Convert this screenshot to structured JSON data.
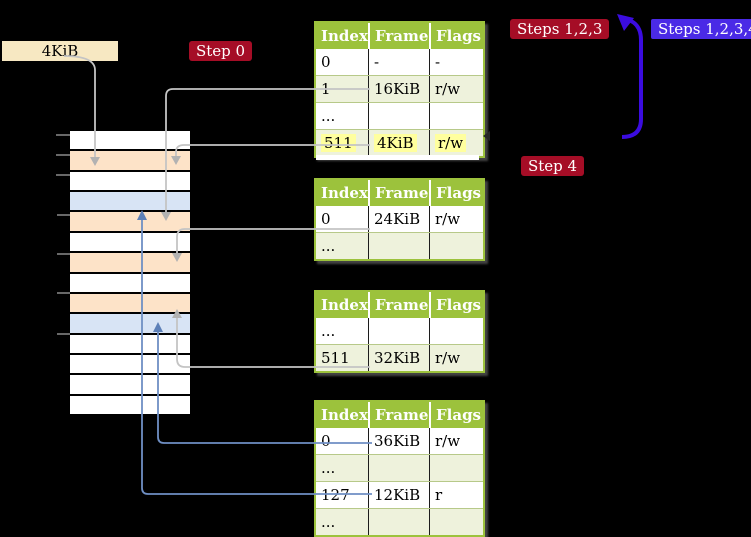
{
  "labels": {
    "frame_size": "4KiB",
    "step0": "Step 0",
    "steps123": "Steps 1,2,3",
    "steps1234": "Steps 1,2,3,4",
    "step4": "Step 4"
  },
  "tables": [
    {
      "name": "page-table-level4",
      "header": [
        "Index",
        "Frame",
        "Flags"
      ],
      "rows": [
        {
          "cells": [
            "0",
            "-",
            "-"
          ],
          "highlight": false
        },
        {
          "cells": [
            "1",
            "16KiB",
            "r/w"
          ],
          "highlight": false
        },
        {
          "cells": [
            "...",
            "",
            ""
          ],
          "highlight": false
        },
        {
          "cells": [
            "511",
            "4KiB",
            "r/w"
          ],
          "highlight": true
        }
      ]
    },
    {
      "name": "page-table-level3",
      "header": [
        "Index",
        "Frame",
        "Flags"
      ],
      "rows": [
        {
          "cells": [
            "0",
            "24KiB",
            "r/w"
          ],
          "highlight": false
        },
        {
          "cells": [
            "...",
            "",
            ""
          ],
          "highlight": false
        }
      ]
    },
    {
      "name": "page-table-level2",
      "header": [
        "Index",
        "Frame",
        "Flags"
      ],
      "rows": [
        {
          "cells": [
            "...",
            "",
            ""
          ],
          "highlight": false
        },
        {
          "cells": [
            "511",
            "32KiB",
            "r/w"
          ],
          "highlight": false
        }
      ]
    },
    {
      "name": "page-table-level1",
      "header": [
        "Index",
        "Frame",
        "Flags"
      ],
      "rows": [
        {
          "cells": [
            "0",
            "36KiB",
            "r/w"
          ],
          "highlight": false
        },
        {
          "cells": [
            "...",
            "",
            ""
          ],
          "highlight": false
        },
        {
          "cells": [
            "127",
            "12KiB",
            "r"
          ],
          "highlight": false
        },
        {
          "cells": [
            "...",
            "",
            ""
          ],
          "highlight": false
        }
      ]
    }
  ],
  "stack": {
    "rows": [
      "white",
      "frame",
      "white",
      "page",
      "frame",
      "white",
      "frame",
      "white",
      "frame",
      "page",
      "white",
      "white",
      "white",
      "white"
    ]
  },
  "colors": {
    "background": "#000000",
    "table_header_green": "#9cc23c",
    "table_shade_row": "#eef2dc",
    "highlight_yellow": "#ffff9e",
    "frame_box_cream": "#f7e8c2",
    "badge_red": "#a50d26",
    "badge_indigo": "#4a2ae6",
    "loop_arrow_blue": "#3b0ce0",
    "connector_gray": "#c4c4c4",
    "connector_steel_blue": "#6f8fc4",
    "frame_row_peach": "#fde3c8",
    "page_row_blue": "#d8e4f5"
  }
}
